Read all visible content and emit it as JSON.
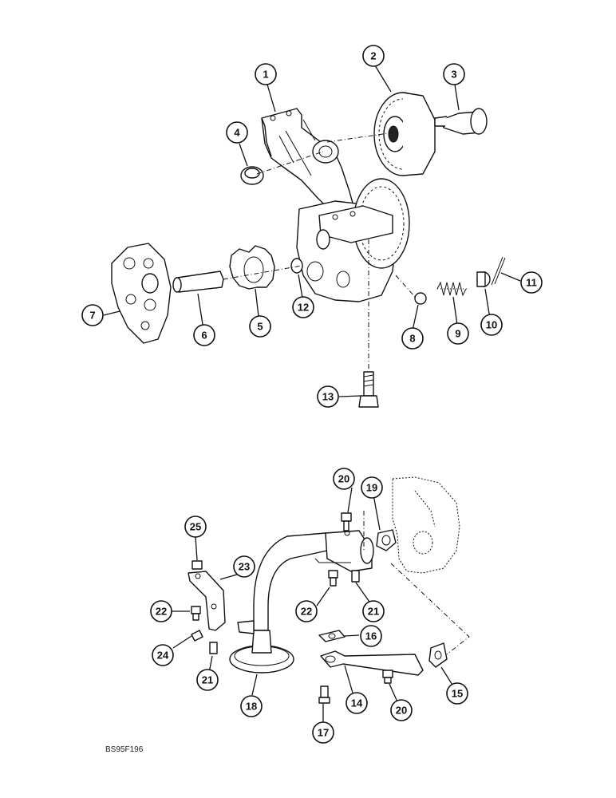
{
  "figure": {
    "reference_code": "BS95F196"
  },
  "callouts": {
    "c1": "1",
    "c2": "2",
    "c3": "3",
    "c4": "4",
    "c5": "5",
    "c6": "6",
    "c7": "7",
    "c8": "8",
    "c9": "9",
    "c10": "10",
    "c11": "11",
    "c12": "12",
    "c13": "13",
    "c14": "14",
    "c15": "15",
    "c16": "16",
    "c17": "17",
    "c18": "18",
    "c19": "19",
    "c20a": "20",
    "c20b": "20",
    "c21a": "21",
    "c21b": "21",
    "c22a": "22",
    "c22b": "22",
    "c23": "23",
    "c24": "24",
    "c25": "25"
  },
  "colors": {
    "ink": "#111111",
    "paper": "#ffffff"
  }
}
